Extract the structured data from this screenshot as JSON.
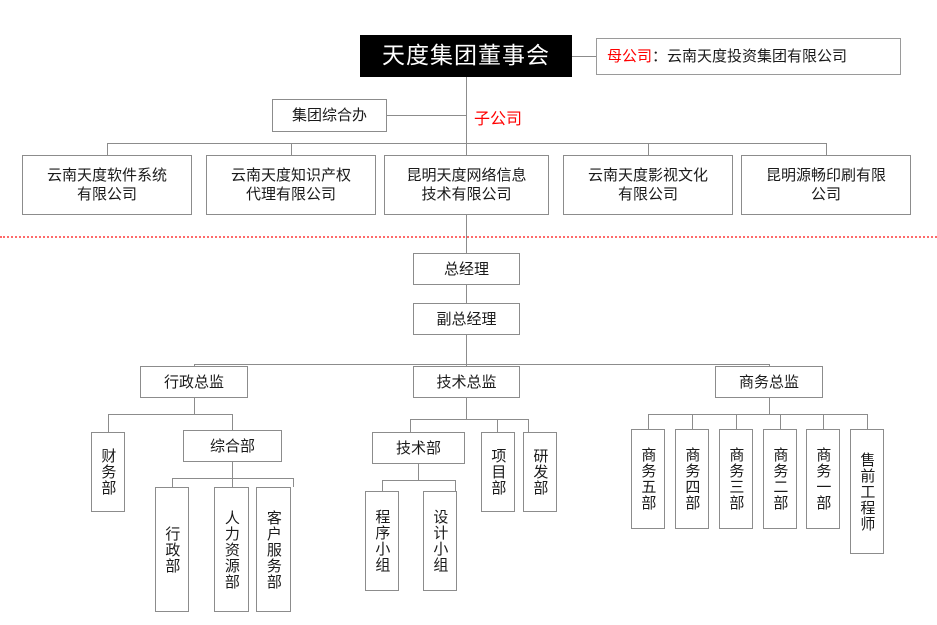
{
  "chart_title": "天度集团董事会",
  "legend": {
    "parent_tag": "母公司",
    "parent_separator": "：",
    "parent_company": "云南天度投资集团有限公司",
    "subsidiary_tag": "子公司"
  },
  "group_office": "集团综合办",
  "subsidiaries": [
    {
      "line1": "云南天度软件系统",
      "line2": "有限公司"
    },
    {
      "line1": "云南天度知识产权",
      "line2": "代理有限公司"
    },
    {
      "line1": "昆明天度网络信息",
      "line2": "技术有限公司"
    },
    {
      "line1": "云南天度影视文化",
      "line2": "有限公司"
    },
    {
      "line1": "昆明源畅印刷有限",
      "line2": "公司"
    }
  ],
  "management": {
    "general_manager": "总经理",
    "deputy_general_manager": "副总经理"
  },
  "directors": [
    {
      "label": "行政总监"
    },
    {
      "label": "技术总监"
    },
    {
      "label": "商务总监"
    }
  ],
  "admin_branch": {
    "finance": "财务部",
    "general_affairs": "综合部",
    "children": [
      "行政部",
      "人力资源部",
      "客户服务部"
    ]
  },
  "tech_branch": {
    "tech_department": "技术部",
    "tech_children": [
      "程序小组",
      "设计小组"
    ],
    "siblings": [
      "项目部",
      "研发部"
    ]
  },
  "business_branch": {
    "units": [
      "商务五部",
      "商务四部",
      "商务三部",
      "商务二部",
      "商务一部",
      "售前工程师"
    ]
  },
  "colors": {
    "root_bg": "#000000",
    "root_text": "#ffffff",
    "box_border": "#8c8c8c",
    "accent_red": "#ff0000",
    "divider": "#ff6a6a",
    "background": "#ffffff"
  }
}
